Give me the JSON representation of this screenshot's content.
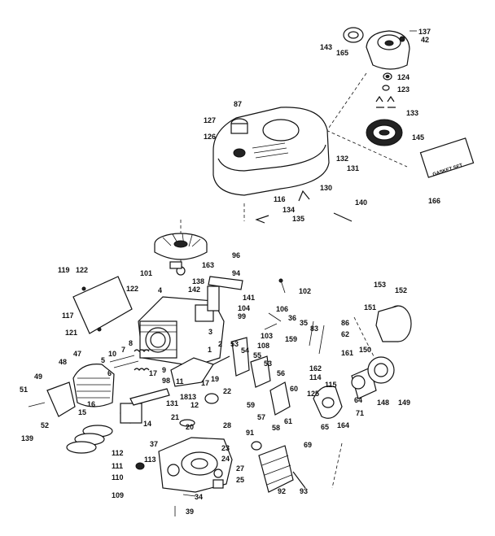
{
  "callouts": {
    "c137": "137",
    "c42": "42",
    "c143": "143",
    "c165": "165",
    "c124": "124",
    "c123": "123",
    "c133": "133",
    "c145": "145",
    "c87": "87",
    "c127": "127",
    "c126": "126",
    "c132": "132",
    "c131": "131",
    "c130": "130",
    "c116": "116",
    "c140": "140",
    "c134": "134",
    "c135": "135",
    "c166": "166",
    "c96": "96",
    "c101": "101",
    "c163": "163",
    "c94": "94",
    "c119": "119",
    "c122a": "122",
    "c138": "138",
    "c4": "4",
    "c142": "142",
    "c102": "102",
    "c122b": "122",
    "c141": "141",
    "c117": "117",
    "c104": "104",
    "c99": "99",
    "c106": "106",
    "c36": "36",
    "c35": "35",
    "c121": "121",
    "c103": "103",
    "c159": "159",
    "c108": "108",
    "c83": "83",
    "c86": "86",
    "c62": "62",
    "c161": "161",
    "c153": "153",
    "c152": "152",
    "c151": "151",
    "c150": "150",
    "c8": "8",
    "c7": "7",
    "c10": "10",
    "c5": "5",
    "c48": "48",
    "c47": "47",
    "c53a": "53",
    "c54": "54",
    "c55": "55",
    "c53b": "53",
    "c56": "56",
    "c60": "60",
    "c162": "162",
    "c114": "114",
    "c115": "115",
    "c9": "9",
    "c3": "3",
    "c1": "1",
    "c6": "6",
    "c49": "49",
    "c17": "17",
    "c98": "98",
    "c11": "11",
    "c16": "16",
    "c51": "51",
    "c131b": "131",
    "c18": "18",
    "c13": "13",
    "c12": "12",
    "c22": "22",
    "c125": "125",
    "c64": "64",
    "c71": "71",
    "c148": "148",
    "c149": "149",
    "c15": "15",
    "c14": "14",
    "c21": "21",
    "c59": "59",
    "c57": "57",
    "c58": "58",
    "c61": "61",
    "c65": "65",
    "c164": "164",
    "c52": "52",
    "c139": "139",
    "c20": "20",
    "c28": "28",
    "c91": "91",
    "c37": "37",
    "c23": "23",
    "c24": "24",
    "c112": "112",
    "c113": "113",
    "c111": "111",
    "c110": "110",
    "c109": "109",
    "c27": "27",
    "c25": "25",
    "c34": "34",
    "c39": "39",
    "c92": "92",
    "c93": "93",
    "c69": "69",
    "c2": "2",
    "c19": "19"
  },
  "gasket_set_label": "GASKET SET",
  "icons": {
    "recoil_cover": "recoil-starter-icon",
    "flywheel": "flywheel-icon",
    "cylinder_block": "engine-block-icon",
    "crankshaft": "crankshaft-icon",
    "muffler": "muffler-icon",
    "carburetor": "carburetor-icon",
    "fuel_tank": "fuel-tank-icon",
    "air_filter": "air-filter-icon"
  }
}
